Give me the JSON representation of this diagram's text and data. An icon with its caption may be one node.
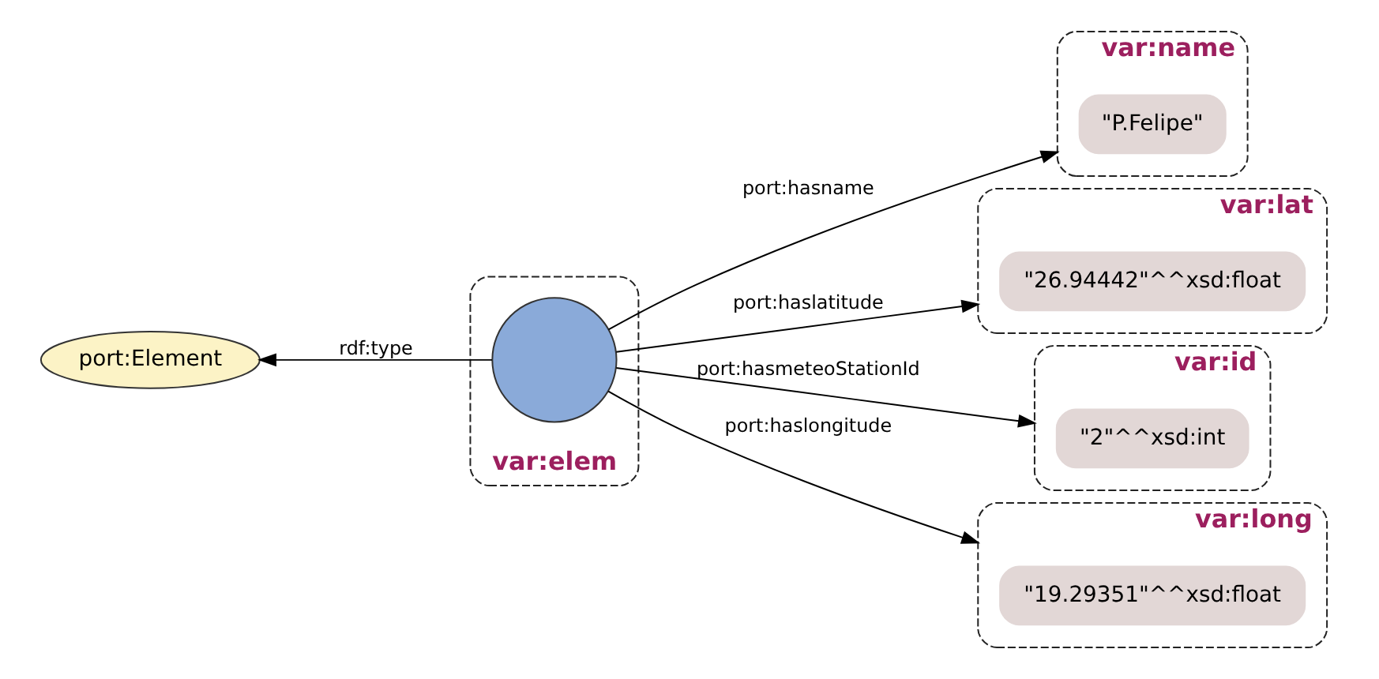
{
  "diagram": {
    "nodes": [
      {
        "text": [
          "port:Element"
        ]
      },
      {
        "text": [
          "var:elem"
        ]
      },
      {
        "text": [],
        "shape": "circle",
        "in": 1
      },
      {
        "text": [
          "var:name"
        ]
      },
      {
        "text": [
          "\"P.Felipe\""
        ],
        "in": 3
      },
      {
        "text": [
          "var:lat"
        ]
      },
      {
        "text": [
          "\"26.94442\"^^xsd:float"
        ],
        "in": 5
      },
      {
        "text": [
          "var:id"
        ]
      },
      {
        "text": [
          "\"2\"^^xsd:int"
        ],
        "in": 7
      },
      {
        "text": [
          "var:long"
        ]
      },
      {
        "text": [
          "\"19.29351\"^^xsd:float"
        ],
        "in": 9
      }
    ],
    "edges": [
      {
        "from": 2,
        "to": 0,
        "arrow": "to",
        "label": "rdf:type"
      },
      {
        "from": 2,
        "to": 3,
        "arrow": "to",
        "label": "port:hasname"
      },
      {
        "from": 2,
        "to": 5,
        "arrow": "to",
        "label": "port:haslatitude"
      },
      {
        "from": 2,
        "to": 7,
        "arrow": "to",
        "label": "port:hasmeteoStationId"
      },
      {
        "from": 2,
        "to": 9,
        "arrow": "to",
        "label": "port:haslongitude"
      }
    ]
  }
}
